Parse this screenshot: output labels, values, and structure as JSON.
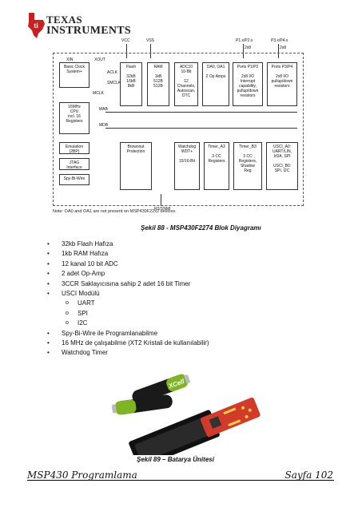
{
  "logo": {
    "line1": "TEXAS",
    "line2": "INSTRUMENTS"
  },
  "diagram": {
    "top_labels": {
      "vcc": "VCC",
      "vss": "VSS",
      "p1p2": "P1.x/P2.x",
      "p3p4": "P3.x/P4.x",
      "bits1": "2x8",
      "bits2": "2x8"
    },
    "pins": {
      "xin": "XIN",
      "xout": "XOUT",
      "rst": "RST/NMI",
      "aclk": "ACLK",
      "smclk": "SMCLK",
      "mclk": "MCLK",
      "mab": "MAB",
      "mdb": "MDB"
    },
    "blocks": {
      "clock": "Basic Clock\nSystem+",
      "cpu": "16MHz\nCPU\nincl. 16\nRegisters",
      "emulation": "Emulation\n(2BP)",
      "jtag": "JTAG\nInterface",
      "spybiwire": "Spy-Bi-Wire",
      "flash": "Flash\n\n32kB\n16kB\n8kB",
      "ram": "RAM\n\n1kB\n512B\n512B",
      "adc": "ADC10\n10-Bit\n\n12\nChannels,\nAutoscan,\nDTC",
      "opamp": "OA0, OA1\n\n2 Op Amps",
      "ports12": "Ports P1/P2\n\n2x8 I/O\nInterrupt\ncapability,\npullup/down\nresistors",
      "ports34": "Ports P3/P4\n\n2x8 I/O\npullup/down\nresistors",
      "brownout": "Brownout\nProtection",
      "watchdog": "Watchdog\nWDT+\n\n15/16-Bit",
      "timera3": "Timer_A3\n\n3 CC\nRegisters",
      "timerb3": "Timer_B3\n\n3 CC\nRegisters,\nShadow\nReg",
      "usci": "USCI_A0:\nUART/LIN,\nIrDA, SPI\n\nUSCI_B0:\nSPI, I2C"
    },
    "note": "Note: OA0 and OA1 are not present on MSP430F22x2 devices."
  },
  "figure1_caption": "Şekil 88 - MSP430F2274 Blok Diyagramı",
  "features": [
    {
      "text": "32kb Flash Hafıza",
      "level": 1
    },
    {
      "text": "1kb RAM Hafıza",
      "level": 1
    },
    {
      "text": "12 kanal 10 bit ADC",
      "level": 1
    },
    {
      "text": "2 adet Op-Amp",
      "level": 1
    },
    {
      "text": "3CCR Saklayıcısına sahip 2 adet 16 bit Timer",
      "level": 1
    },
    {
      "text": "USCI Modülü",
      "level": 1
    },
    {
      "text": "UART",
      "level": 2
    },
    {
      "text": "SPI",
      "level": 2
    },
    {
      "text": "I2C",
      "level": 2
    },
    {
      "text": "Spy-Bi-Wire ile Programlanabilme",
      "level": 1
    },
    {
      "text": "16 MHz de çalışabilme (XT2 Kristali de kullanılabilir)",
      "level": 1
    },
    {
      "text": "Watchdog Timer",
      "level": 1
    }
  ],
  "figure2_caption": "Şekil 89 – Batarya Ünitesi",
  "battery_label": "XCell",
  "footer": {
    "left": "MSP430 Programlama",
    "right": "Sayfa 102"
  },
  "colors": {
    "logo_red": "#cc1f1f",
    "board_red": "#d23a2a",
    "battery_green": "#7fb522"
  }
}
